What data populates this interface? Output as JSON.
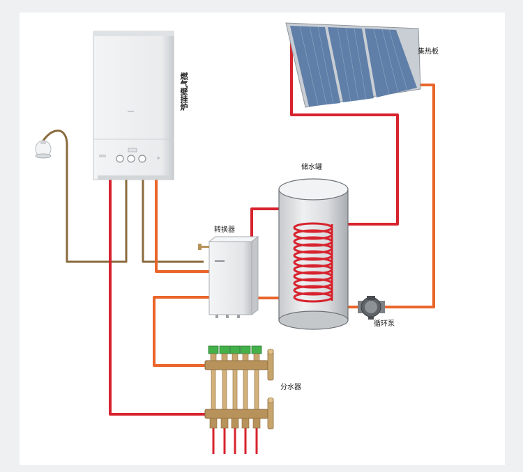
{
  "labels": {
    "boiler": "燃气壁挂炉",
    "solar_panel": "集热板",
    "tank": "储水罐",
    "exchanger": "转换器",
    "pump": "循环泵",
    "manifold": "分水器"
  },
  "colors": {
    "hot_pipe": "#d7232e",
    "warm_pipe": "#e9652a",
    "cold_pipe": "#8a6a3c",
    "panel_cell": "#5f7fa8",
    "panel_frame": "#c9ced4",
    "manifold_valve": "#43b04a",
    "manifold_brass": "#b7925a"
  }
}
